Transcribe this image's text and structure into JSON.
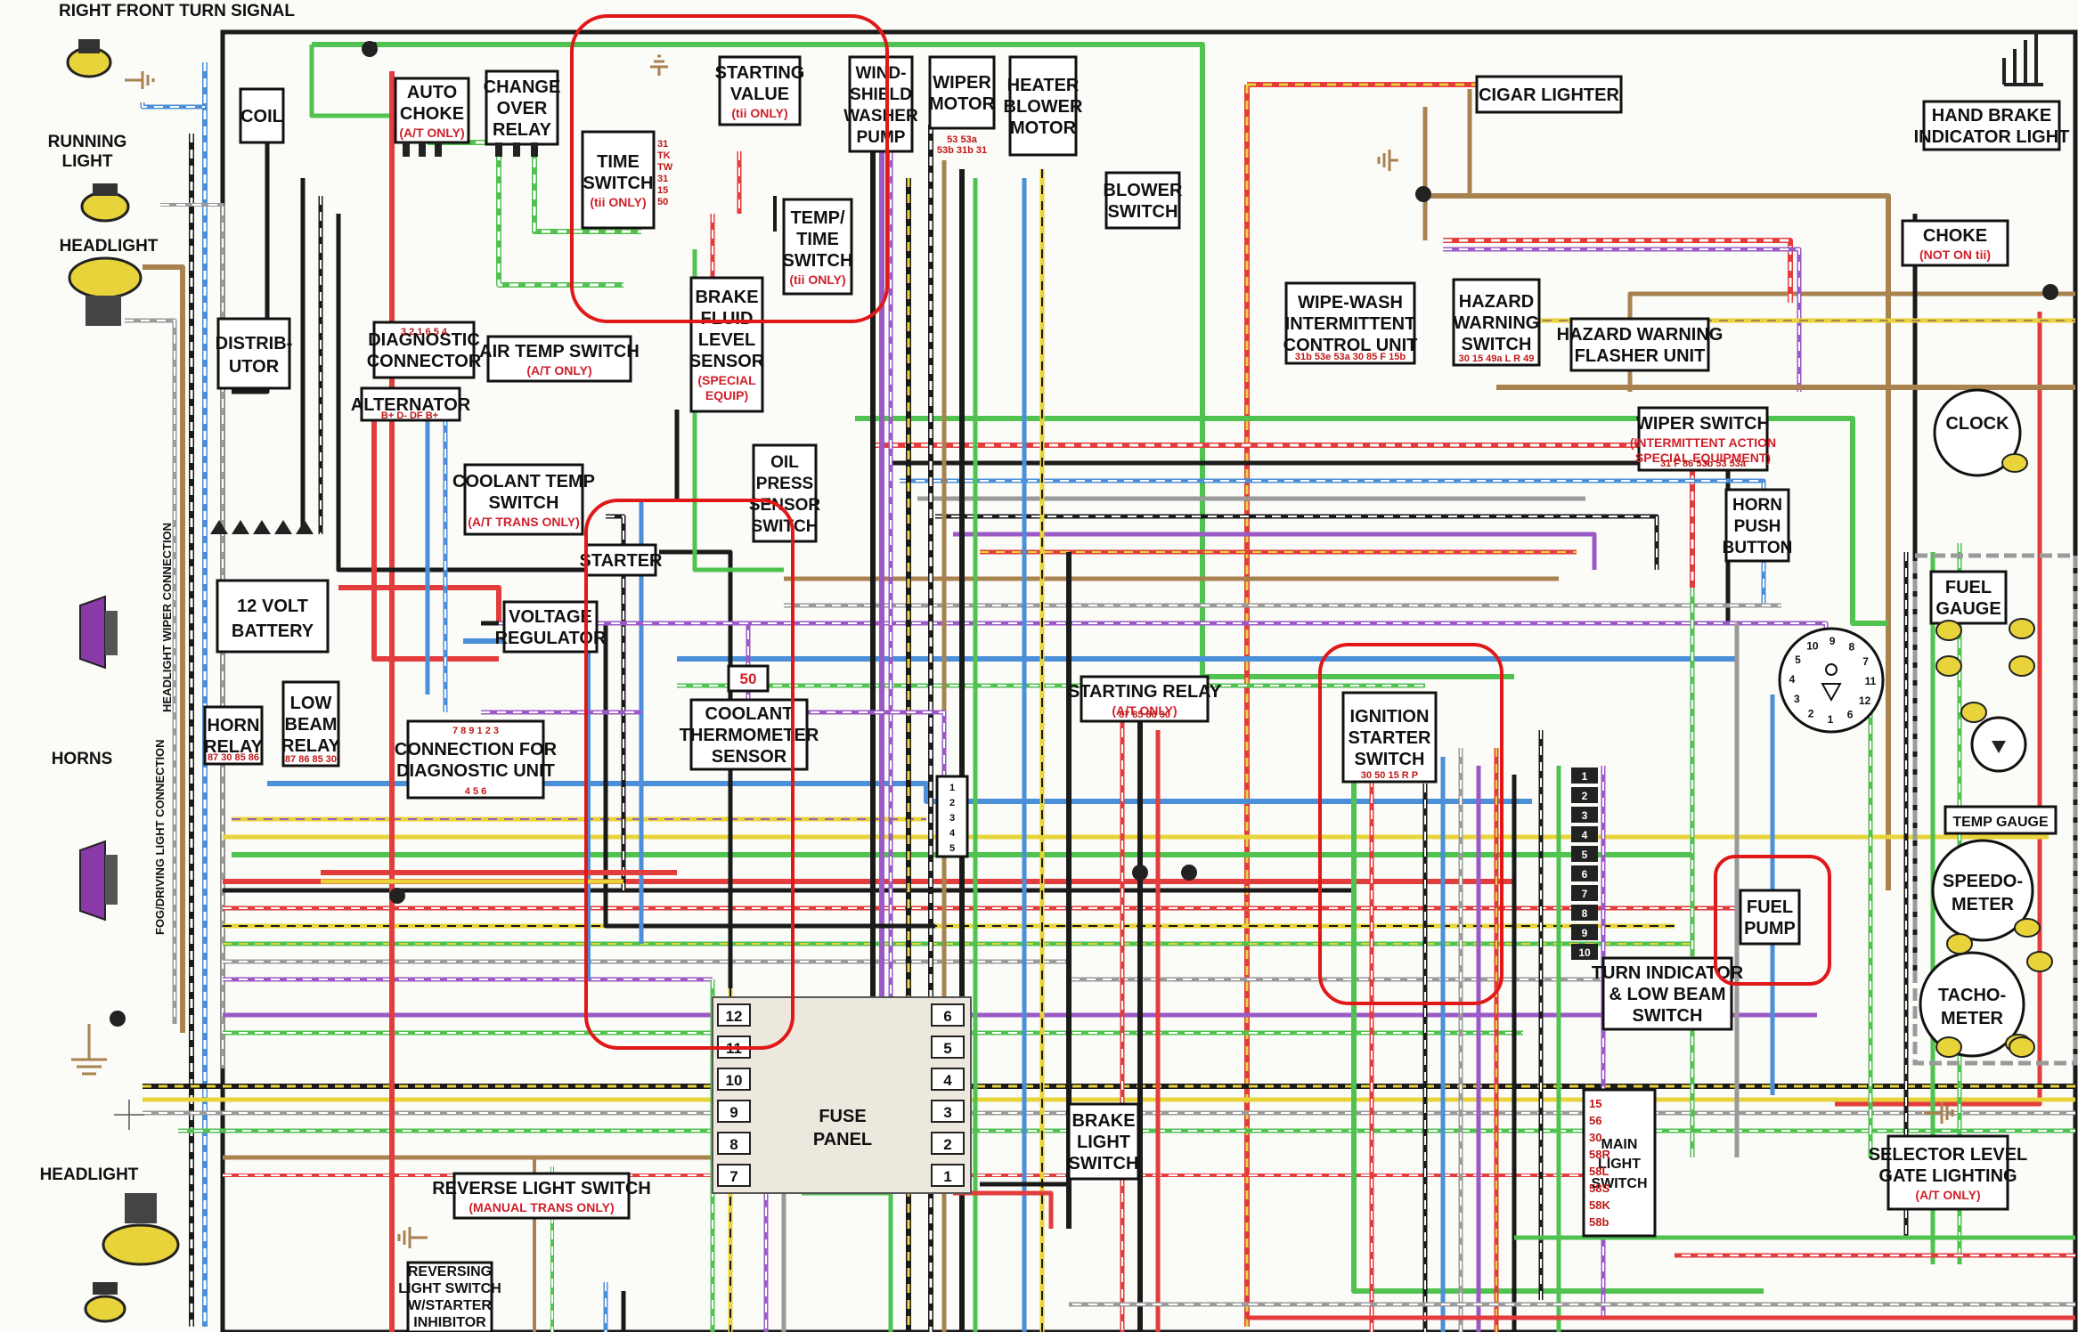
{
  "colors": {
    "background": "#fbfbf8",
    "black": "#1a1a1a",
    "red": "#e23c3c",
    "green": "#4fc24f",
    "yellow": "#e8d43a",
    "brown": "#a8824f",
    "blue": "#4a8fd8",
    "purple": "#9b59c6",
    "grey": "#9a9a9a",
    "highlight": "#e01818"
  },
  "components": {
    "right_front_turn_signal": "RIGHT FRONT TURN SIGNAL",
    "running_light": "RUNNING|LIGHT",
    "headlight_top": "HEADLIGHT",
    "headlight_bottom": "HEADLIGHT",
    "horns": "HORNS",
    "headlight_wiper_connection": "HEADLIGHT WIPER CONNECTION",
    "fog_driving_light_connection": "FOG/DRIVING LIGHT CONNECTION",
    "coil": "COIL",
    "distributor": "DISTRIB-|UTOR",
    "auto_choke": "AUTO|CHOKE",
    "auto_choke_note": "(A/T ONLY)",
    "change_over_relay": "CHANGE|OVER|RELAY",
    "time_switch": "TIME|SWITCH",
    "time_switch_note": "(tii ONLY)",
    "time_switch_pins": "31|TK|TW|31|15|50",
    "starting_value": "STARTING|VALUE",
    "starting_value_note": "(tii ONLY)",
    "windshield_washer_pump": "WIND-|SHIELD|WASHER|PUMP",
    "wiper_motor": "WIPER|MOTOR",
    "wiper_motor_pins": "53 53a|53b 31b 31",
    "heater_blower_motor": "HEATER|BLOWER|MOTOR",
    "blower_switch": "BLOWER|SWITCH",
    "temp_time_switch": "TEMP/|TIME|SWITCH",
    "temp_time_switch_note": "(tii ONLY)",
    "brake_fluid_level_sensor": "BRAKE|FLUID|LEVEL|SENSOR",
    "brake_fluid_level_sensor_note": "(SPECIAL|EQUIP)",
    "diagnostic_connector": "DIAGNOSTIC|CONNECTOR",
    "diagnostic_connector_pins": "3 2 1 6 5 4",
    "air_temp_switch": "AIR TEMP SWITCH",
    "air_temp_switch_note": "(A/T ONLY)",
    "alternator": "ALTERNATOR",
    "alternator_pins": "B+ D- DF B+",
    "coolant_temp_switch": "COOLANT TEMP|SWITCH",
    "coolant_temp_switch_note": "(A/T TRANS ONLY)",
    "oil_press_sensor_switch": "OIL|PRESS|SENSOR|SWITCH",
    "starter": "STARTER",
    "battery": "12 VOLT|BATTERY",
    "voltage_regulator": "VOLTAGE|REGULATOR",
    "horn_relay": "HORN|RELAY",
    "horn_relay_pins": "87 30 85 86",
    "low_beam_relay": "LOW|BEAM|RELAY",
    "low_beam_relay_pins": "87 86 85 30",
    "connection_diagnostic_unit": "CONNECTION FOR|DIAGNOSTIC UNIT",
    "connection_diagnostic_unit_pins_top": "7 8 9 1 2 3",
    "connection_diagnostic_unit_pins_bottom": "4 5 6",
    "coolant_thermometer_sensor": "COOLANT|THERMOMETER|SENSOR",
    "label_50": "50",
    "cigar_lighter": "CIGAR LIGHTER",
    "hand_brake_indicator_light": "HAND BRAKE|INDICATOR LIGHT",
    "choke": "CHOKE",
    "choke_note": "(NOT ON tii)",
    "wipe_wash_intermittent": "WIPE-WASH|INTERMITTENT|CONTROL UNIT",
    "wipe_wash_pins": "31b 53e 53a 30 85 F 15b",
    "hazard_warning_switch": "HAZARD|WARNING|SWITCH",
    "hazard_warning_switch_pins": "30 15 49a L R 49",
    "hazard_warning_flasher": "HAZARD WARNING|FLASHER UNIT",
    "wiper_switch": "WIPER SWITCH",
    "wiper_switch_note": "(INTERMITTENT ACTION|SPECIAL EQUIPMENT)",
    "wiper_switch_pins": "31 F 86 53b 53 53a",
    "clock": "CLOCK",
    "horn_push_button": "HORN|PUSH|BUTTON",
    "fuel_gauge": "FUEL|GAUGE",
    "temp_gauge": "TEMP GAUGE",
    "speedometer": "SPEEDO-|METER",
    "tachometer": "TACHO-|METER",
    "starting_relay": "STARTING RELAY",
    "starting_relay_note": "(A/T ONLY)",
    "starting_relay_pins": "87 85 86 30",
    "ignition_starter_switch": "IGNITION|STARTER|SWITCH",
    "ignition_pins": "30 50 15 R P",
    "fuel_pump": "FUEL|PUMP",
    "turn_indicator_low_beam": "TURN INDICATOR|& LOW BEAM|SWITCH",
    "main_light_switch": "MAIN|LIGHT|SWITCH",
    "main_light_switch_pins": "15|56|30|58R|58L|58S|58K|58b",
    "fuse_panel": "FUSE|PANEL",
    "fuse_left_numbers": "12|11|10|9|8|7",
    "fuse_right_numbers": "6|5|4|3|2|1",
    "brake_light_switch": "BRAKE|LIGHT|SWITCH",
    "reverse_light_switch": "REVERSE LIGHT SWITCH",
    "reverse_light_switch_note": "(MANUAL TRANS ONLY)",
    "reversing_light_switch_inhibitor": "REVERSING|LIGHT SWITCH|W/STARTER|INHIBITOR",
    "selector_level_gate_lighting": "SELECTOR LEVEL|GATE LIGHTING",
    "selector_level_note": "(A/T ONLY)",
    "connector_pins_345": "1|2|3|4|5",
    "multi_connector_numbers": "1|2|3|4|5|6|7|8|9|10",
    "tach_dial_numbers": "10|9|8|7|11|12|6|1|2|3|4|5"
  },
  "highlights": [
    "time-switch-group",
    "starter-group",
    "ignition-switch-group",
    "fuel-pump-group"
  ]
}
